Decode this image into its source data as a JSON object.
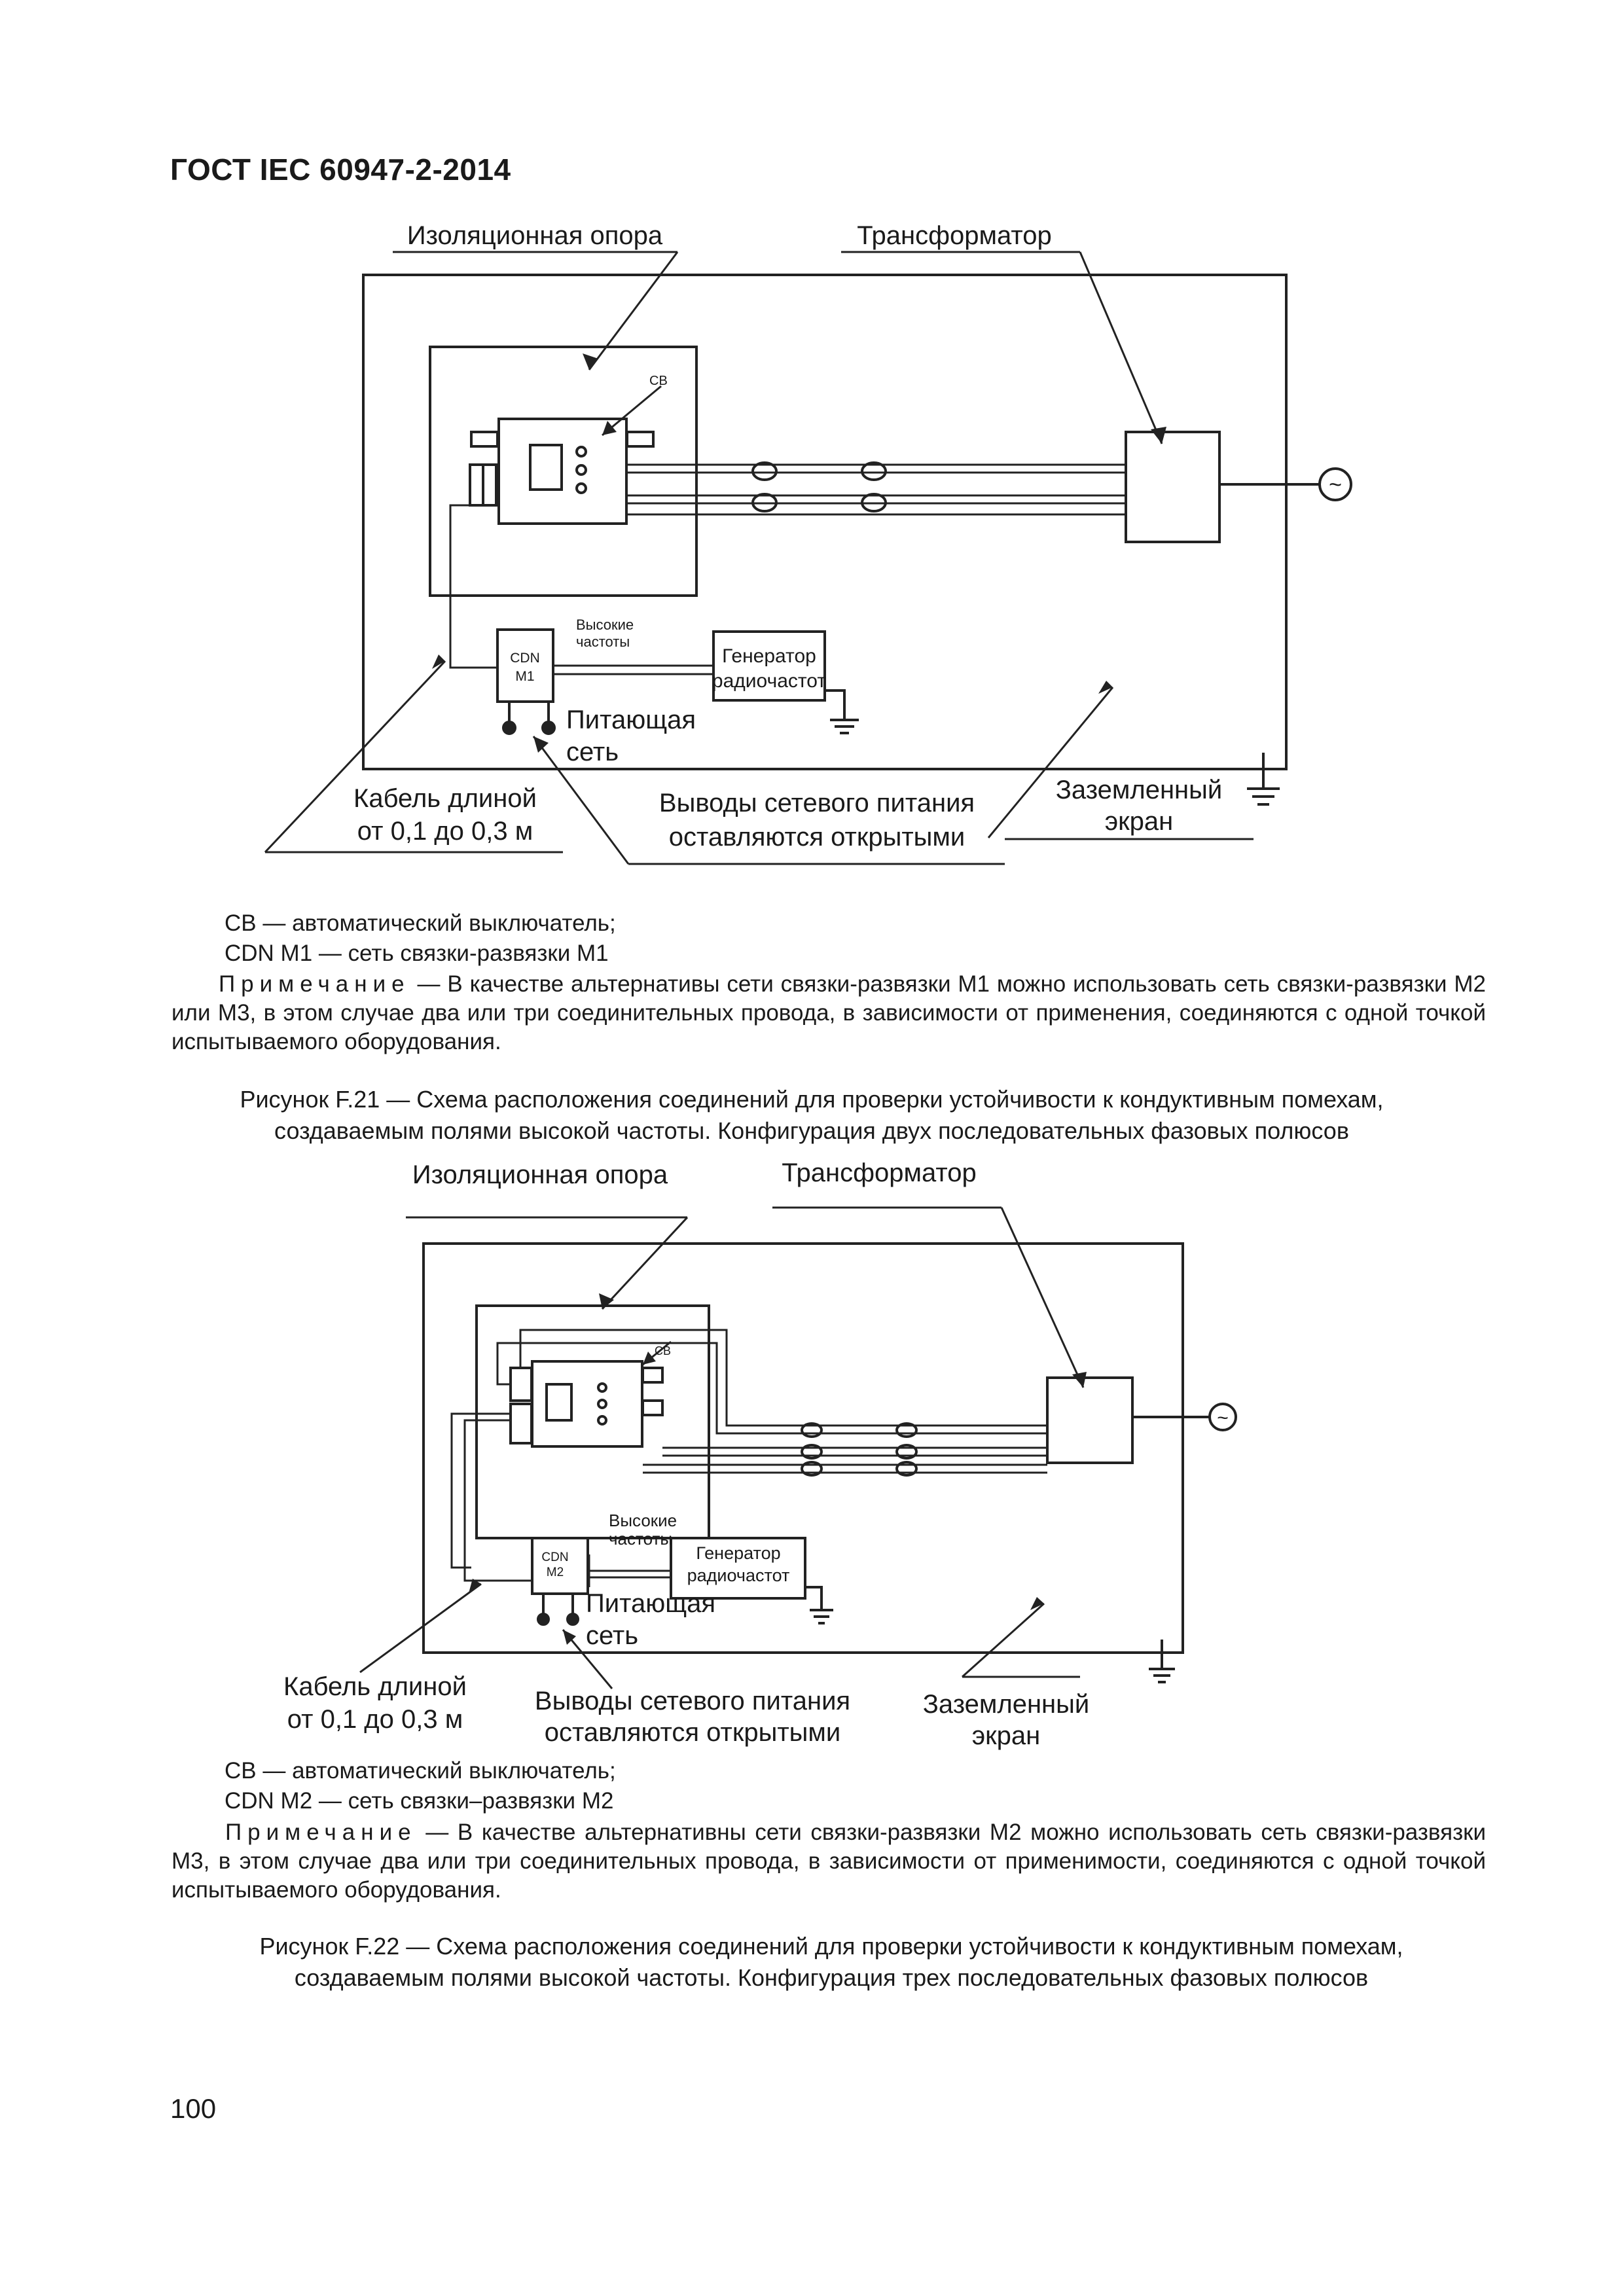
{
  "header": {
    "doc_id": "ГОСТ IEC 60947-2-2014"
  },
  "figure21": {
    "label_support": "Изоляционная опора",
    "label_transformer": "Трансформатор",
    "label_cb": "CB",
    "label_cdn_line1": "CDN",
    "label_cdn_line2": "M1",
    "label_hf_line1": "Высокие",
    "label_hf_line2": "частоты",
    "label_gen_line1": "Генератор",
    "label_gen_line2": "радиочастот",
    "label_mains_line1": "Питающая",
    "label_mains_line2": "сеть",
    "label_cable_line1": "Кабель длиной",
    "label_cable_line2": "от 0,1 до 0,3 м",
    "label_terminals_line1": "Выводы сетевого питания",
    "label_terminals_line2": "оставляются открытыми",
    "label_screen_line1": "Заземленный",
    "label_screen_line2": "экран",
    "ac_symbol": "~",
    "legend": [
      "CB — автоматический выключатель;",
      "CDN M1 — сеть связки-развязки M1"
    ],
    "note_prefix": "Примечание",
    "note_text": " — В качестве альтернативы сети связки-развязки M1 можно использовать сеть связки-развязки M2 или M3, в этом случае два или три соединительных провода, в зависимости от применения, соединяются с одной точкой испытываемого оборудования.",
    "caption_line1": "Рисунок F.21 — Схема расположения соединений для проверки устойчивости к кондуктивным помехам,",
    "caption_line2": "создаваемым полями высокой частоты. Конфигурация двух последовательных фазовых полюсов"
  },
  "figure22": {
    "label_support": "Изоляционная опора",
    "label_transformer": "Трансформатор",
    "label_cb": "CB",
    "label_cdn_line1": "CDN",
    "label_cdn_line2": "M2",
    "label_hf_line1": "Высокие",
    "label_hf_line2": "частоты",
    "label_gen_line1": "Генератор",
    "label_gen_line2": "радиочастот",
    "label_mains_line1": "Питающая",
    "label_mains_line2": "сеть",
    "label_cable_line1": "Кабель длиной",
    "label_cable_line2": "от 0,1 до 0,3 м",
    "label_terminals_line1": "Выводы сетевого питания",
    "label_terminals_line2": "оставляются открытыми",
    "label_screen_line1": "Заземленный",
    "label_screen_line2": "экран",
    "ac_symbol": "~",
    "legend": [
      "CB — автоматический выключатель;",
      "CDN M2 — сеть связки–развязки M2"
    ],
    "note_prefix": "Примечание",
    "note_text": " — В качестве альтернативны сети связки-развязки M2 можно использовать сеть связки-развязки M3, в этом случае два или три соединительных провода, в зависимости от применимости, соединяются с одной точкой испытываемого оборудования.",
    "caption_line1": "Рисунок F.22 — Схема расположения соединений для проверки устойчивости к кондуктивным помехам,",
    "caption_line2": "создаваемым полями высокой частоты. Конфигурация трех последовательных фазовых полюсов"
  },
  "footer": {
    "page_number": "100"
  }
}
